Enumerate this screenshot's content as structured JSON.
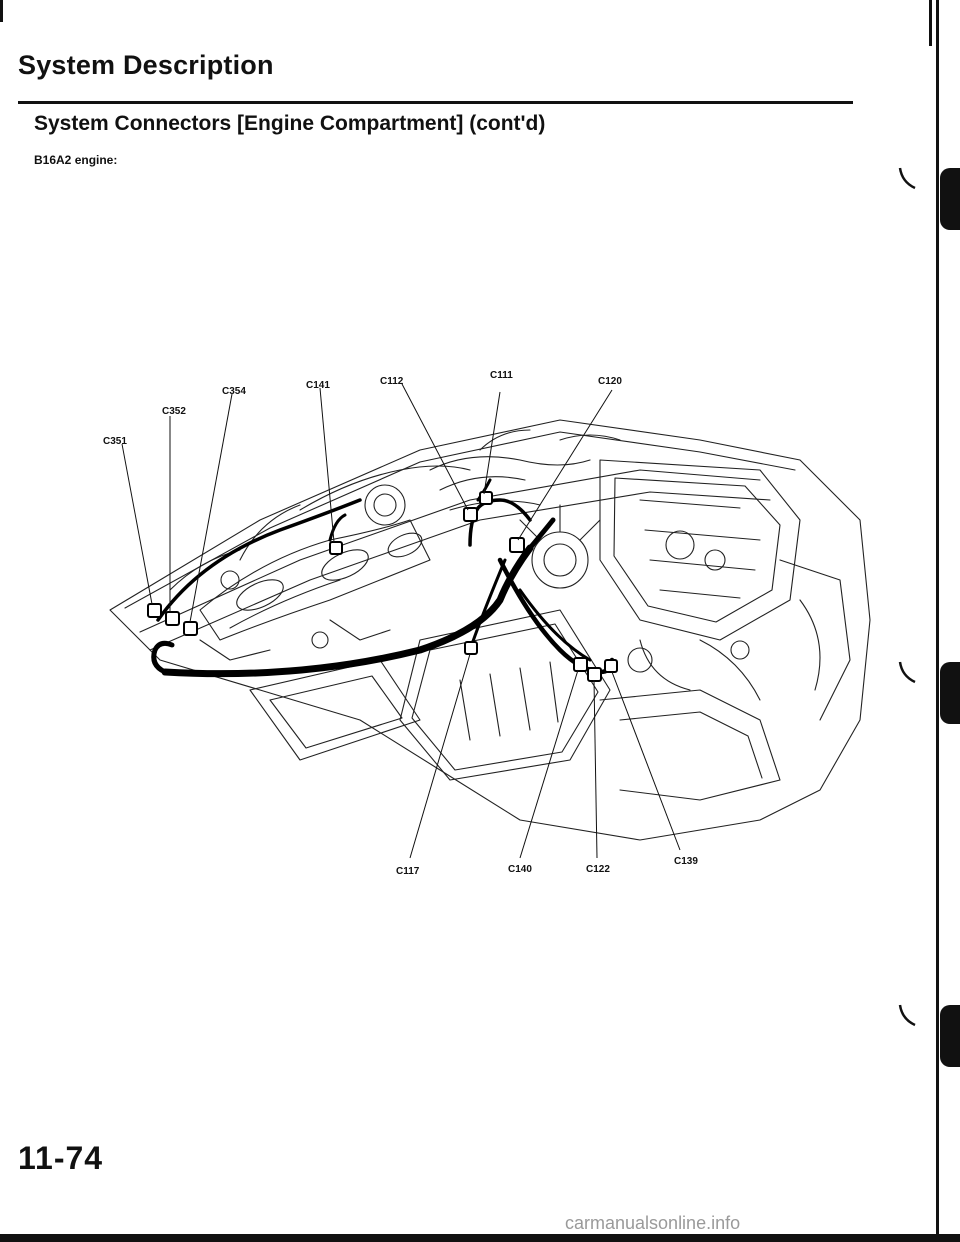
{
  "header": {
    "title": "System Description"
  },
  "section": {
    "title": "System Connectors [Engine Compartment] (cont'd)",
    "engine_label": "B16A2 engine:"
  },
  "diagram": {
    "callouts": [
      "C111",
      "C112",
      "C120",
      "C141",
      "C354",
      "C352",
      "C351",
      "C117",
      "C140",
      "C122",
      "C139"
    ]
  },
  "footer": {
    "page_number": "11-74",
    "watermark": "carmanualsonline.info"
  }
}
